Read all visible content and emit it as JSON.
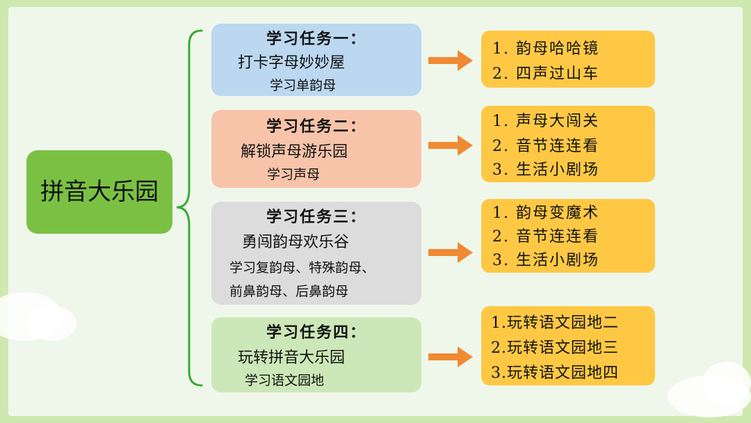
{
  "root": {
    "label": "拼音大乐园"
  },
  "tasks": [
    {
      "title": "学习任务一：",
      "name": "打卡字母妙妙屋",
      "sub": [
        "学习单韵母"
      ],
      "color": "#bcd8f0",
      "outputs": [
        "1. 韵母哈哈镜",
        "2. 四声过山车"
      ]
    },
    {
      "title": "学习任务二：",
      "name": "解锁声母游乐园",
      "sub": [
        "学习声母"
      ],
      "color": "#f7c4aa",
      "outputs": [
        "1. 声母大闯关",
        "2. 音节连连看",
        "3. 生活小剧场"
      ]
    },
    {
      "title": "学习任务三：",
      "name": "勇闯韵母欢乐谷",
      "sub": [
        "学习复韵母、特殊韵母、",
        "前鼻韵母、后鼻韵母"
      ],
      "color": "#dcdcdc",
      "outputs": [
        "1. 韵母变魔术",
        "2. 音节连连看",
        "3. 生活小剧场"
      ]
    },
    {
      "title": "学习任务四：",
      "name": "玩转拼音大乐园",
      "sub": [
        "学习语文园地"
      ],
      "color": "#cce8b8",
      "outputs": [
        "1.玩转语文园地二",
        "2.玩转语文园地三",
        "3.玩转语文园地四"
      ]
    }
  ],
  "colors": {
    "root": "#7ac143",
    "connector": "#3aaa35",
    "arrow": "#f08a33",
    "output_box": "#ffc844",
    "background": "#cfe8b0"
  }
}
